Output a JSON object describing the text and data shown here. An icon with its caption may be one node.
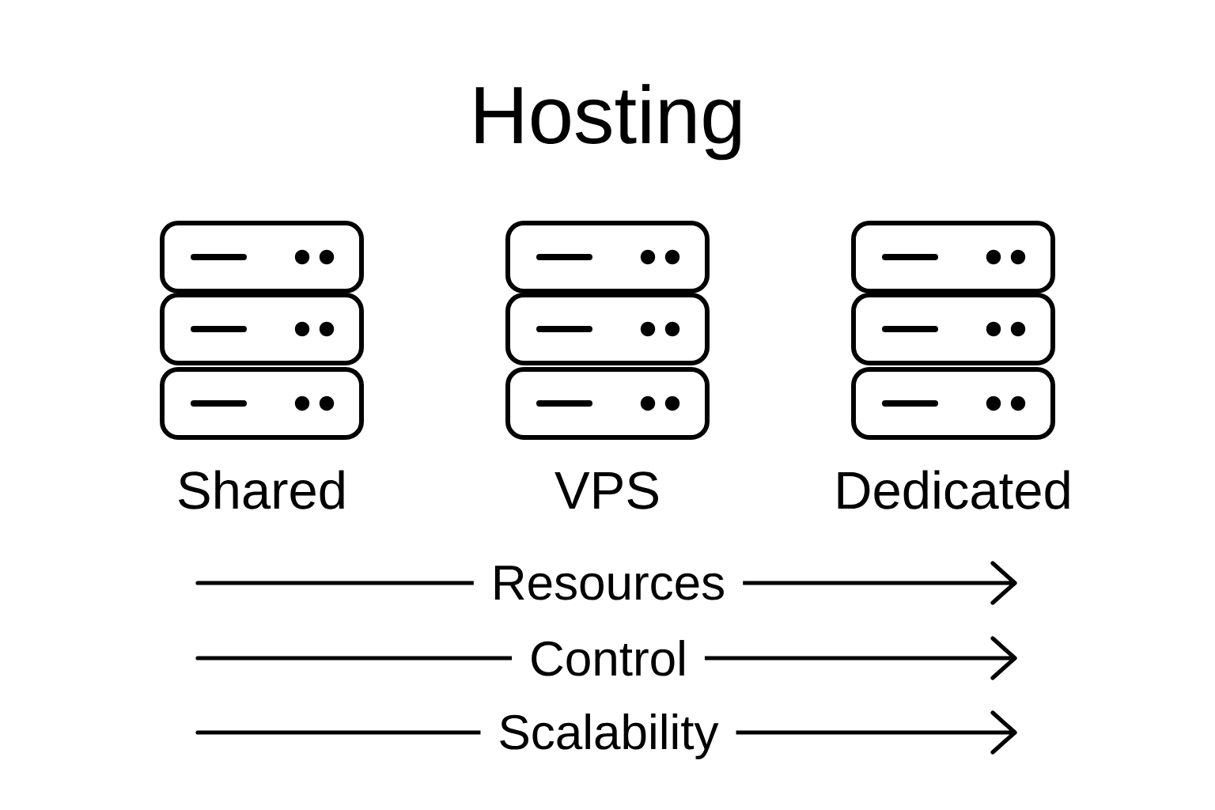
{
  "diagram": {
    "title": "Hosting",
    "nodes": [
      {
        "text": [
          "Shared"
        ]
      },
      {
        "text": [
          "VPS"
        ]
      },
      {
        "text": [
          "Dedicated"
        ]
      }
    ],
    "labels": [
      "Resources",
      "Control",
      "Scalability"
    ]
  }
}
